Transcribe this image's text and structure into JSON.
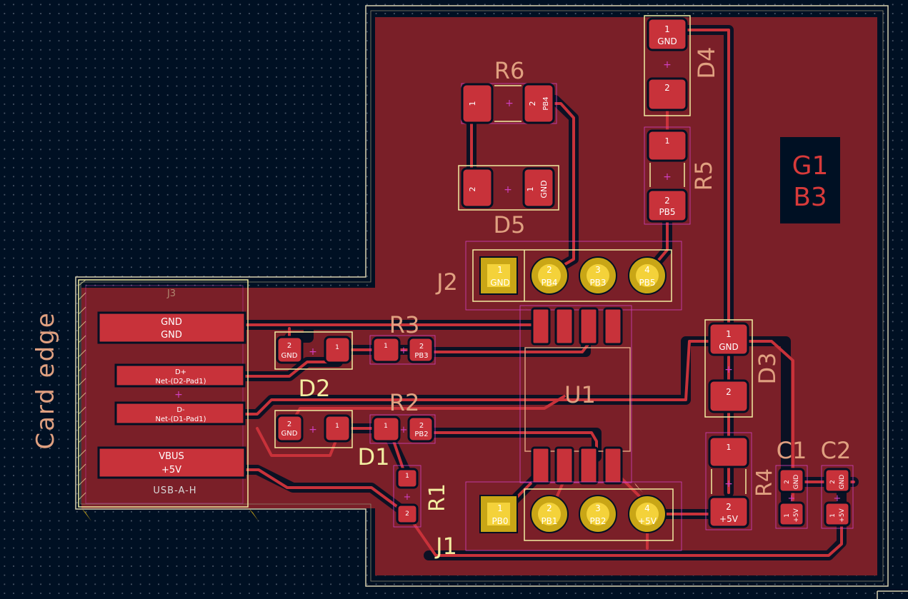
{
  "view": "pcb-layout-editor",
  "colors": {
    "background": "#001023",
    "copper_fill": "#7a1f28",
    "copper_pad": "#c8323a",
    "track": "#c8323a",
    "silkscreen": "#f2eda1",
    "refdes": "#e0a080",
    "fab": "#ffffff",
    "courtyard": "#d040c0",
    "th_annular": "#c9a616",
    "th_center": "#f4d23a",
    "text_label": "#d83a3a"
  },
  "board_text": {
    "card_edge": "Card edge",
    "g1b3_line1": "G1",
    "g1b3_line2": "B3"
  },
  "components": {
    "R6": {
      "ref": "R6",
      "pad1": "1",
      "pad2": "2",
      "pad2_net": "PB4"
    },
    "D5": {
      "ref": "D5",
      "pad1": "1",
      "pad1_net": "GND",
      "pad2": "2"
    },
    "D4": {
      "ref": "D4",
      "pad1": "1",
      "pad1_net": "GND",
      "pad2": "2"
    },
    "R5": {
      "ref": "R5",
      "pad1": "1",
      "pad2": "2",
      "pad2_net": "PB5"
    },
    "J2": {
      "ref": "J2",
      "pins": [
        {
          "num": "1",
          "net": "GND"
        },
        {
          "num": "2",
          "net": "PB4"
        },
        {
          "num": "3",
          "net": "PB3"
        },
        {
          "num": "4",
          "net": "PB5"
        }
      ]
    },
    "J1": {
      "ref": "J1",
      "pins": [
        {
          "num": "1",
          "net": "PB0"
        },
        {
          "num": "2",
          "net": "PB1"
        },
        {
          "num": "3",
          "net": "PB2"
        },
        {
          "num": "4",
          "net": "+5V"
        }
      ]
    },
    "J3": {
      "ref": "J3",
      "footprint": "USB-A-H",
      "pads": [
        {
          "name": "GND",
          "net": "GND"
        },
        {
          "name": "D+",
          "net": "Net-(D2-Pad1)"
        },
        {
          "name": "D-",
          "net": "Net-(D1-Pad1)"
        },
        {
          "name": "VBUS",
          "net": "+5V"
        }
      ]
    },
    "R3": {
      "ref": "R3",
      "pad1": "1",
      "pad2": "2",
      "pad2_net": "PB3"
    },
    "R2": {
      "ref": "R2",
      "pad1": "1",
      "pad2": "2",
      "pad2_net": "PB2"
    },
    "D2": {
      "ref": "D2",
      "pad1": "1",
      "pad2": "2",
      "pad2_net": "GND"
    },
    "D1": {
      "ref": "D1",
      "pad1": "1",
      "pad2": "2",
      "pad2_net": "GND"
    },
    "U1": {
      "ref": "U1"
    },
    "R1": {
      "ref": "R1",
      "pad1": "1",
      "pad2": "2"
    },
    "D3": {
      "ref": "D3",
      "pad1": "1",
      "pad1_net": "GND",
      "pad2": "2"
    },
    "R4": {
      "ref": "R4",
      "pad1": "1",
      "pad2": "2",
      "pad2_net": "+5V"
    },
    "C1": {
      "ref": "C1",
      "pad1": "1",
      "pad1_net": "+5V",
      "pad2": "2",
      "pad2_net": "GND"
    },
    "C2": {
      "ref": "C2",
      "pad1": "1",
      "pad1_net": "+5V",
      "pad2": "2",
      "pad2_net": "GND"
    }
  }
}
